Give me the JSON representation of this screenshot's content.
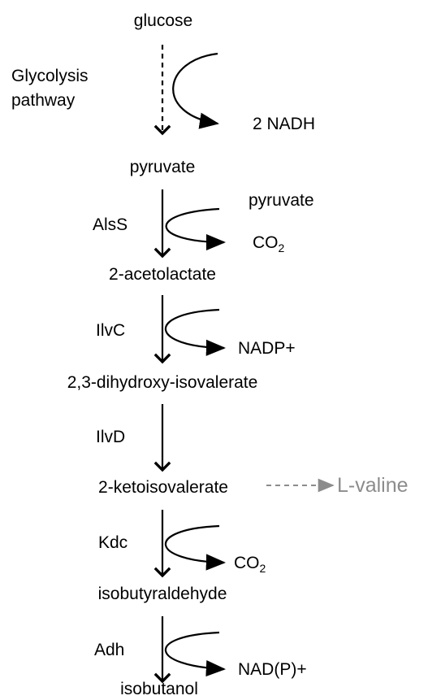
{
  "metabolites": {
    "glucose": "glucose",
    "pyruvate": "pyruvate",
    "acetolactate": "2-acetolactate",
    "dihydroxy": "2,3-dihydroxy-isovalerate",
    "ketoisovalerate": "2-ketoisovalerate",
    "isobutyraldehyde": "isobutyraldehyde",
    "isobutanol": "isobutanol"
  },
  "enzymes": {
    "glycolysis_line1": "Glycolysis",
    "glycolysis_line2": "pathway",
    "alss": "AlsS",
    "ilvc": "IlvC",
    "ilvd": "IlvD",
    "kdc": "Kdc",
    "adh": "Adh"
  },
  "cofactors": {
    "glycolysis_out": "2 NADH",
    "alss_in": "pyruvate",
    "alss_out_main": "CO",
    "alss_out_sub": "2",
    "ilvc_out": "NADP+",
    "kdc_out_main": "CO",
    "kdc_out_sub": "2",
    "adh_out": "NAD(P)+"
  },
  "side_product": "L-valine",
  "colors": {
    "main": "#000000",
    "side_product": "#8c8c8c"
  }
}
